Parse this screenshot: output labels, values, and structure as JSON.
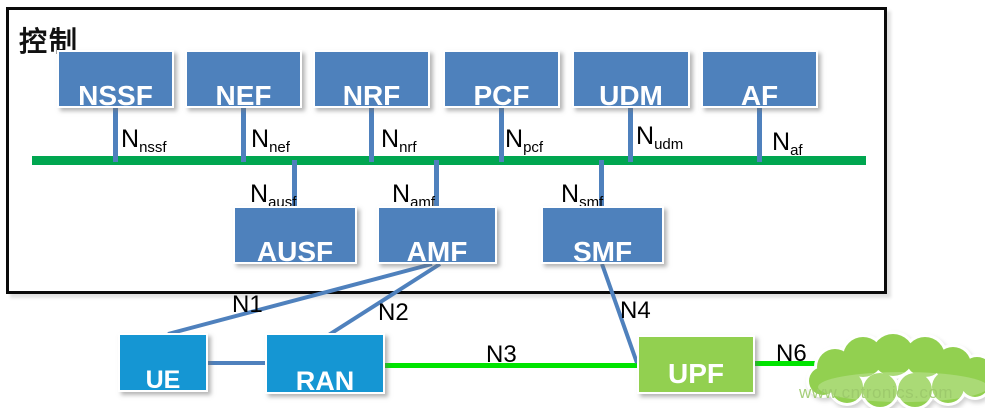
{
  "control": {
    "title": "控制"
  },
  "network_functions": {
    "top": [
      {
        "label": "NSSF",
        "iface": {
          "main": "N",
          "sub": "nssf"
        }
      },
      {
        "label": "NEF",
        "iface": {
          "main": "N",
          "sub": "nef"
        }
      },
      {
        "label": "NRF",
        "iface": {
          "main": "N",
          "sub": "nrf"
        }
      },
      {
        "label": "PCF",
        "iface": {
          "main": "N",
          "sub": "pcf"
        }
      },
      {
        "label": "UDM",
        "iface": {
          "main": "N",
          "sub": "udm"
        }
      },
      {
        "label": "AF",
        "iface": {
          "main": "N",
          "sub": "af"
        }
      }
    ],
    "mid": [
      {
        "label": "AUSF",
        "iface": {
          "main": "N",
          "sub": "ausf"
        }
      },
      {
        "label": "AMF",
        "iface": {
          "main": "N",
          "sub": "amf"
        }
      },
      {
        "label": "SMF",
        "iface": {
          "main": "N",
          "sub": "smf"
        }
      }
    ],
    "bottom": [
      {
        "label": "UE"
      },
      {
        "label": "RAN"
      },
      {
        "label": "UPF"
      }
    ]
  },
  "reference_points": {
    "n1": "N1",
    "n2": "N2",
    "n3": "N3",
    "n4": "N4",
    "n6": "N6"
  },
  "watermark": "www.cntronics.com",
  "colors": {
    "nf_box_blue": "#4e81bc",
    "access_box_blue": "#1596d3",
    "user_plane_green": "#92d050",
    "service_bus_green": "#00a650",
    "data_link_green": "#00e400",
    "connector_blue": "#4f81bd"
  }
}
